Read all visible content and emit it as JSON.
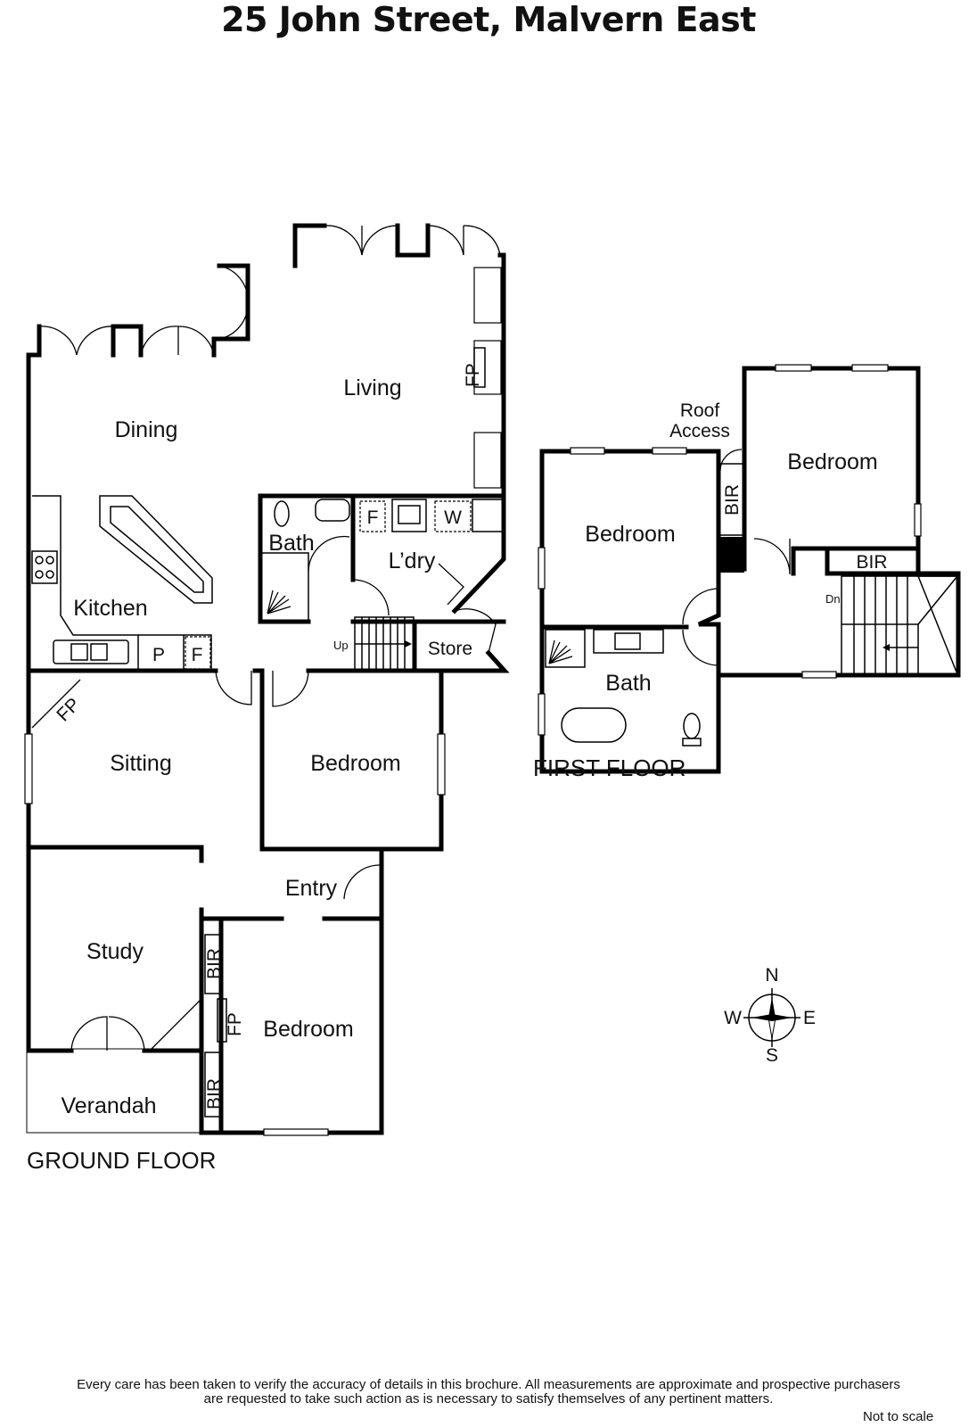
{
  "title": "25 John Street, Malvern East",
  "floors": {
    "ground": "GROUND FLOOR",
    "first": "FIRST FLOOR"
  },
  "rooms": {
    "dining": "Dining",
    "living": "Living",
    "kitchen": "Kitchen",
    "bath_ground": "Bath",
    "laundry": "L’dry",
    "store": "Store",
    "sitting": "Sitting",
    "bedroom_ground_front": "Bedroom",
    "entry": "Entry",
    "study": "Study",
    "bedroom_ground_rear": "Bedroom",
    "verandah": "Verandah",
    "bedroom_first_left": "Bedroom",
    "bedroom_first_right": "Bedroom",
    "bath_first": "Bath",
    "roof_access_line1": "Roof",
    "roof_access_line2": "Access"
  },
  "fixtures": {
    "fp_living": "FP",
    "fp_sitting": "FP",
    "fp_bedroom": "FP",
    "pantry": "P",
    "fridge_kitchen": "F",
    "fridge_laundry": "F",
    "washer": "W",
    "bir_study_upper": "BIR",
    "bir_study_lower": "BIR",
    "bir_first_vertical": "BIR",
    "bir_first_horizontal": "BIR",
    "stairs_up": "Up",
    "stairs_down": "Dn"
  },
  "compass": {
    "n": "N",
    "e": "E",
    "s": "S",
    "w": "W"
  },
  "disclaimer": {
    "line1": "Every care has been taken to verify the accuracy of details in this brochure.  All measurements are approximate and prospective purchasers",
    "line2": "are requested to take such action as is necessary to satisfy themselves of any pertinent matters."
  },
  "not_to_scale": "Not to scale"
}
